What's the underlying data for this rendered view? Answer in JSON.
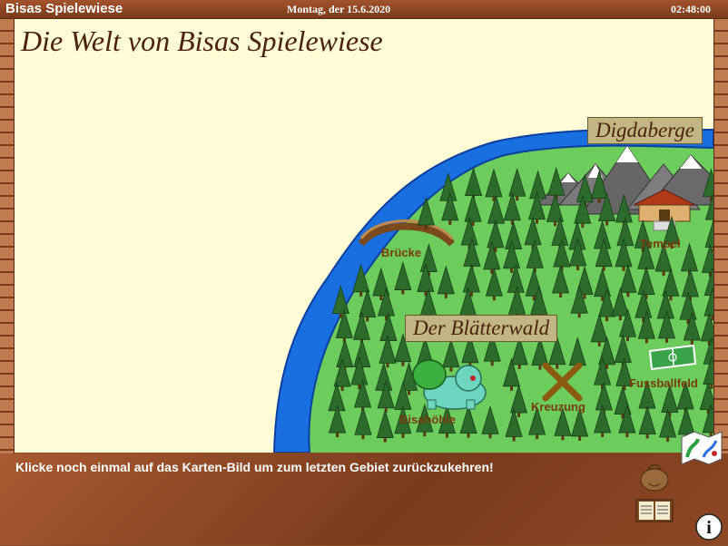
{
  "window": {
    "app_title": "Bisas Spielewiese",
    "date": "Montag, der 15.6.2020",
    "time": "02:48:00"
  },
  "map": {
    "title": "Die Welt von Bisas Spielewiese",
    "signs": {
      "mountains": "Digdaberge",
      "forest": "Der Blätterwald"
    },
    "locations": {
      "bridge": "Brücke",
      "temple": "Tempel",
      "cave": "Bisahöhle",
      "crossing": "Kreuzung",
      "field": "Fussballfeld"
    }
  },
  "footer": {
    "message": "Klicke noch einmal auf das Karten-Bild um zum letzten Gebiet zurückzukehren!"
  },
  "icons": {
    "map": "map-icon",
    "bag": "bag-icon",
    "book": "book-icon",
    "info": "info-icon",
    "info_glyph": "i"
  },
  "colors": {
    "frame": "#8a4a26",
    "parchment": "#fffcd6",
    "grass": "#6ccd5c",
    "river": "#1a6fe0",
    "tree": "#2c6b2c"
  }
}
